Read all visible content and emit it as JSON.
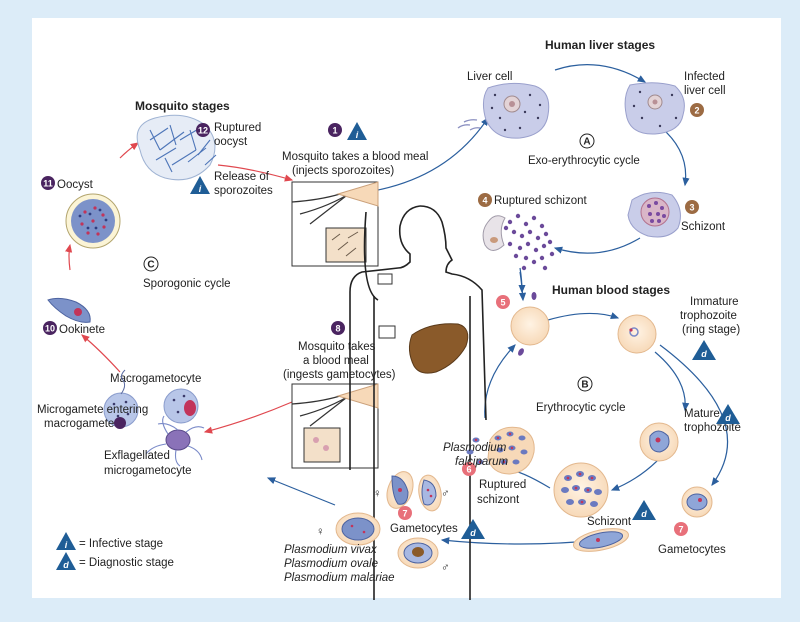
{
  "sections": {
    "liver": "Human liver stages",
    "mosquito": "Mosquito stages",
    "blood": "Human blood stages"
  },
  "cycles": {
    "a_letter": "A",
    "a_label": "Exo-erythrocytic cycle",
    "b_letter": "B",
    "b_label": "Erythrocytic cycle",
    "c_letter": "C",
    "c_label": "Sporogonic cycle"
  },
  "steps": {
    "s1": "1",
    "s2": "2",
    "s3": "3",
    "s4": "4",
    "s5": "5",
    "s6": "6",
    "s7a": "7",
    "s7b": "7",
    "s8": "8",
    "s10": "10",
    "s11": "11",
    "s12": "12"
  },
  "labels": {
    "liver_cell": "Liver cell",
    "infected_1": "Infected",
    "infected_2": "liver cell",
    "schizont": "Schizont",
    "ruptured_schizont": "Ruptured schizont",
    "meal1_1": "Mosquito takes a blood meal",
    "meal1_2": "(injects sporozoites)",
    "ruptured_oocyst_1": "Ruptured",
    "ruptured_oocyst_2": "oocyst",
    "release_1": "Release of",
    "release_2": "sporozoites",
    "oocyst": "Oocyst",
    "ookinete": "Ookinete",
    "macrogametocyte": "Macrogametocyte",
    "microgamete_1": "Microgamete entering",
    "microgamete_2": "macrogamete",
    "exflag_1": "Exflagellated",
    "exflag_2": "microgametocyte",
    "meal8_1": "Mosquito takes",
    "meal8_2": "a blood meal",
    "meal8_3": "(ingests gametocytes)",
    "immature_1": "Immature",
    "immature_2": "trophozoite",
    "immature_3": "(ring stage)",
    "mature_1": "Mature",
    "mature_2": "trophozoite",
    "schizont_blood": "Schizont",
    "ruptured_blood_1": "Ruptured",
    "ruptured_blood_2": "schizont",
    "gametocytes_right": "Gametocytes",
    "gametocytes_center": "Gametocytes",
    "falciparum_1": "Plasmodium",
    "falciparum_2": "falciparum",
    "vivax": "Plasmodium vivax",
    "ovale": "Plasmodium ovale",
    "malariae": "Plasmodium malariae",
    "female_sym": "♀",
    "male_sym": "♂"
  },
  "legend": {
    "i_mark": "i",
    "i_label": "= Infective stage",
    "d_mark": "d",
    "d_label": "= Diagnostic stage"
  },
  "colors": {
    "frame": "#dcecf8",
    "panel": "#ffffff",
    "step_brown": "#9c6b43",
    "step_pink": "#e8707a",
    "step_purple": "#4a2460",
    "triangle_blue": "#1f5d96",
    "arrow_blue": "#2b5f9e",
    "arrow_red": "#e0484f"
  }
}
